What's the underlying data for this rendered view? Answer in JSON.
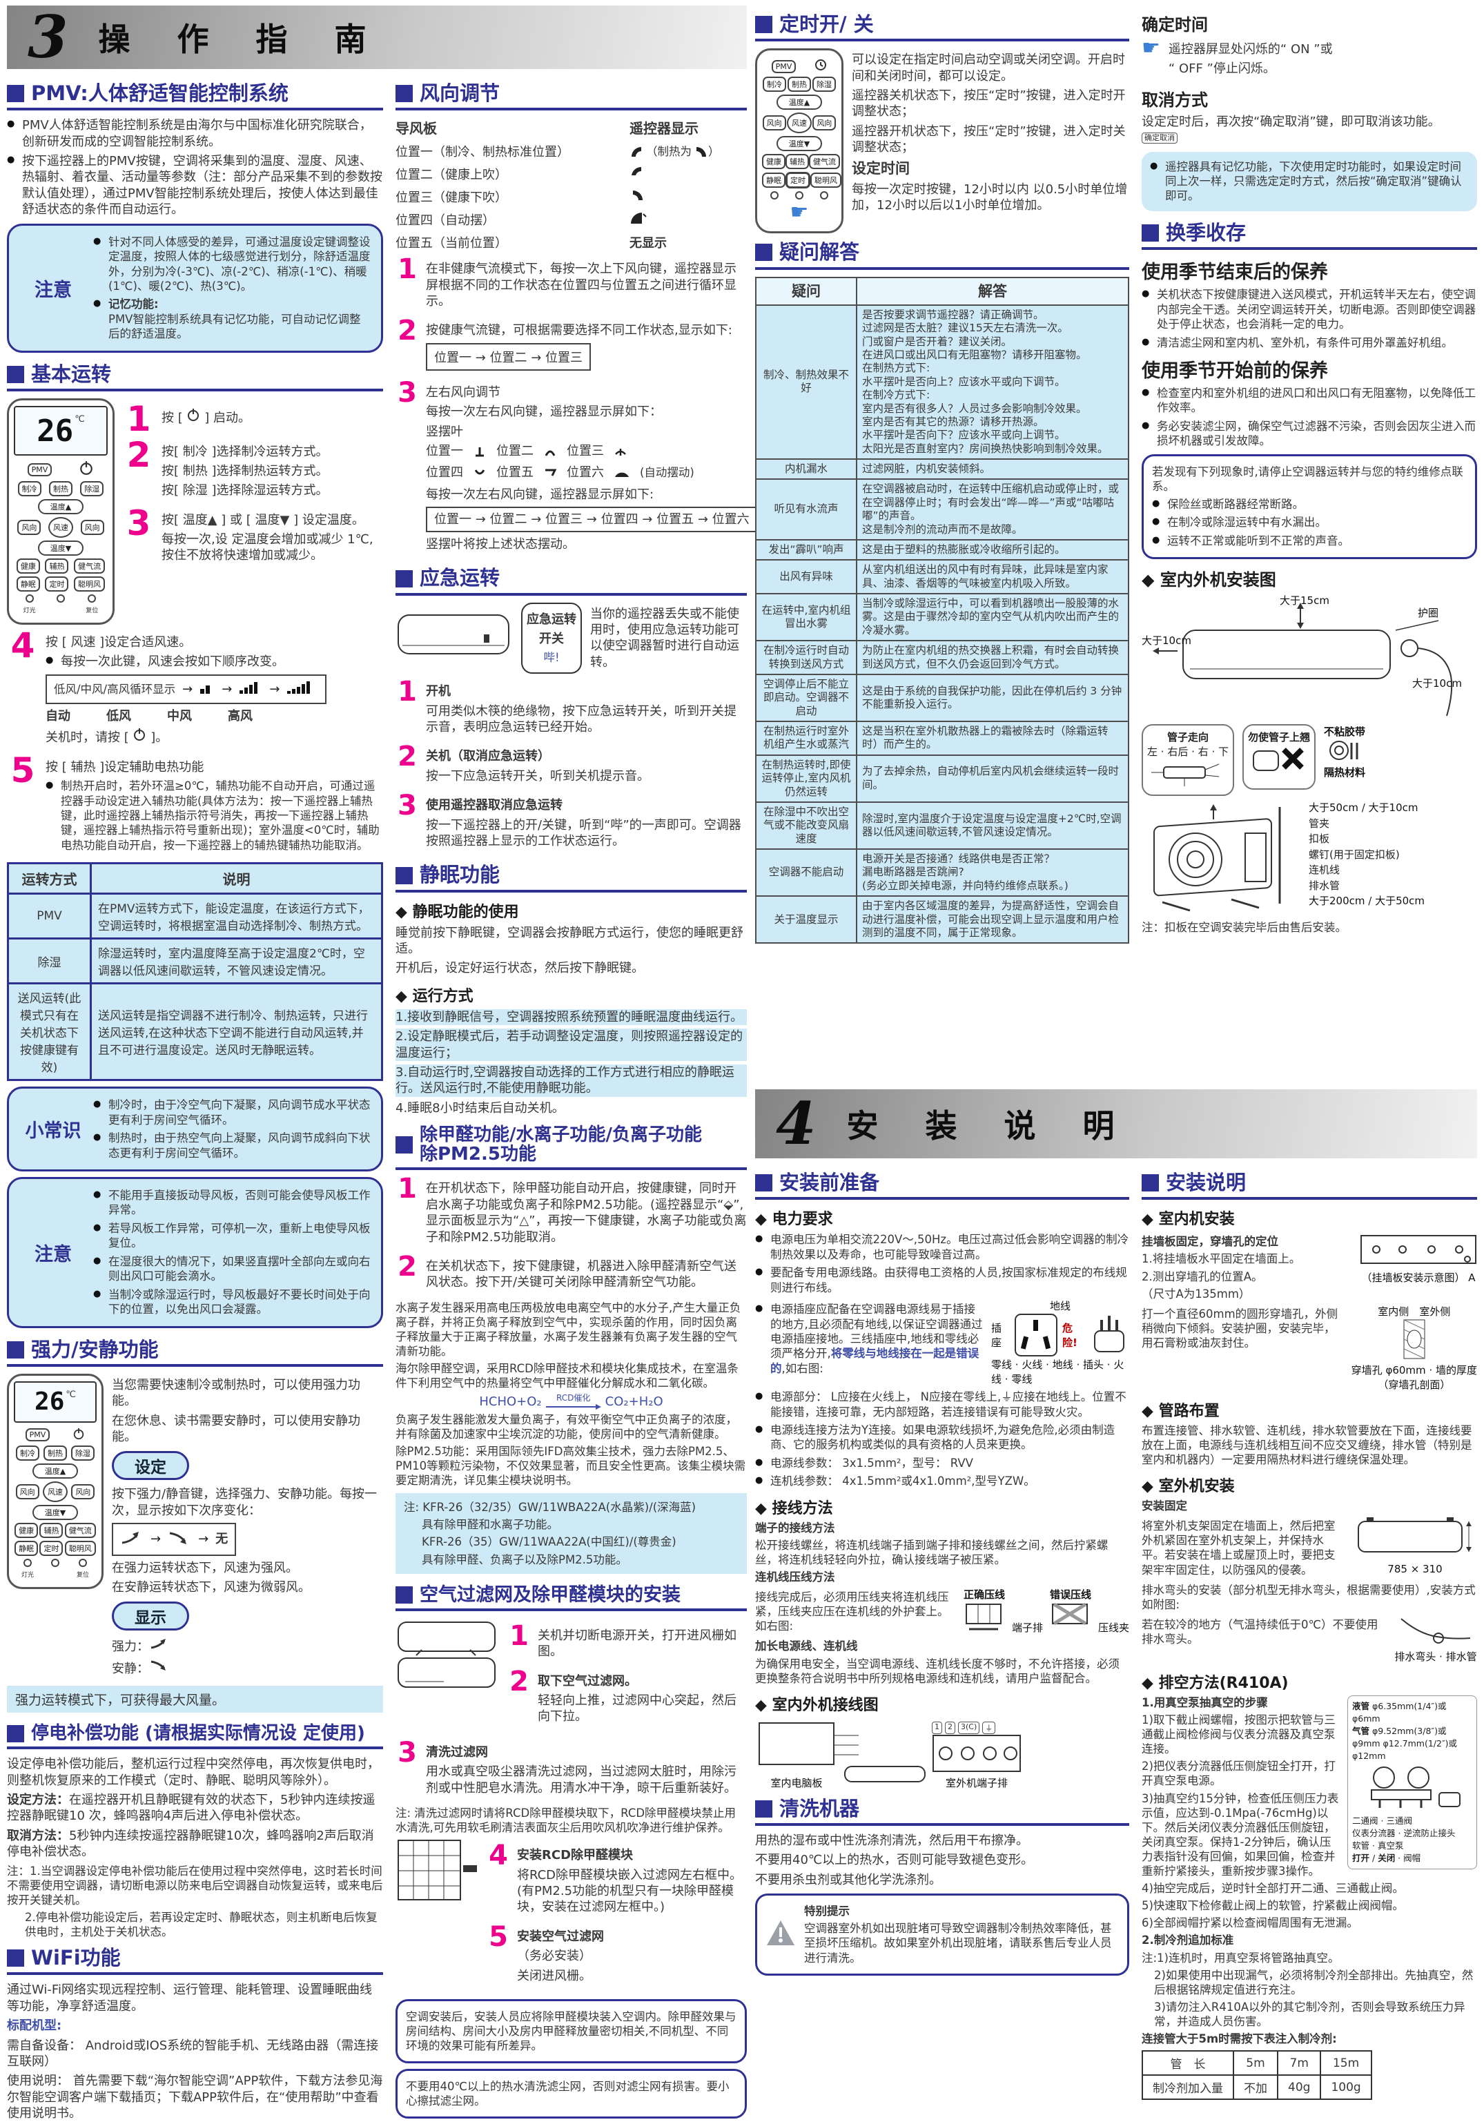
{
  "b3": {
    "num": "3",
    "title": "操 作 指 南"
  },
  "b4": {
    "num": "4",
    "title": "安 装 说 明"
  },
  "glyphs": {
    "arrow": "→",
    "hand": "☛"
  },
  "remote": {
    "display": "26",
    "unit": "℃",
    "pmv": "PMV",
    "r1": [
      "制冷",
      "制热",
      "除湿"
    ],
    "up": "温度▲",
    "mid": [
      "风向",
      "风速",
      "风向"
    ],
    "down": "温度▼",
    "r2": [
      "健康",
      "辅热",
      "健气流"
    ],
    "r3": [
      "静眠",
      "定时",
      "聪明风"
    ],
    "dots": [
      "灯光",
      "",
      "复位"
    ]
  },
  "c1": {
    "pmv": {
      "title": "PMV:人体舒适智能控制系统",
      "p1": "PMV人体舒适智能控制系统是由海尔与中国标准化研究院联合，创新研发而成的空调智能控制系统。",
      "p2": "按下遥控器上的PMV按键，空调将采集到的温度、湿度、风速、热辐射、着衣量、活动量等参数（注：部分产品采集不到的参数按默认值处理），通过PMV智能控制系统处理后，按使人体达到最佳舒适状态的条件而自动运行。",
      "notice_label": "注意",
      "n1": "针对不同人体感受的差异，可通过温度设定键调整设定温度，按照人体的七级感觉进行划分，除舒适温度外，分别为冷(-3℃)、凉(-2℃)、稍凉(-1℃)、稍暖(1℃)、暖(2℃)、热(3℃)。",
      "n2a": "记忆功能:",
      "n2b": "PMV智能控制系统具有记忆功能，可自动记忆调整后的舒适温度。"
    },
    "basic": {
      "title": "基本运转",
      "nums": [
        "1",
        "2",
        "3",
        "4",
        "5"
      ],
      "s1_pre": "按 [",
      "s1_post": "] 启动。",
      "s2l1": "按[ 制冷 ]选择制冷运转方式。",
      "s2l2": "按[ 制热 ]选择制热运转方式。",
      "s2l3": "按[ 除湿 ]选择除湿运转方式。",
      "s3": "按[ 温度▲ ] 或 [ 温度▼ ] 设定温度。",
      "s3n": "每按一次,设 定温度会增加或减少 1℃,按住不放将快速增加或减少。",
      "s4": "按 [ 风速 ]设定合适风速。",
      "s4n": "每按一次此键，风速会按如下顺序改变。",
      "cycle_label": "低风/中风/高风循环显示",
      "speeds": [
        "自动",
        "低风",
        "中风",
        "高风"
      ],
      "off_pre": "关机时，请按 [",
      "off_post": "]。",
      "s5": "按 [ 辅热 ]设定辅助电热功能",
      "s5n": "制热开启时，若外环温≥0℃，辅热功能不自动开启，可通过遥控器手动设定进入辅热功能(具体方法为：按一下遥控器上辅热键，此时遥控器上辅热指示符号消失，再按一下遥控器上辅热键，遥控器上辅热指示符号重新出现)；室外温度<0℃时，辅助电热功能自动开启，按一下遥控器上的辅热键辅热功能取消。"
    },
    "modes": {
      "h1": "运转方式",
      "h2": "说明",
      "r1q": "PMV",
      "r1a": "在PMV运转方式下，能设定温度，在该运行方式下，空调运转时，将根据室温自动选择制冷、制热方式。",
      "r2q": "除湿",
      "r2a": "除湿运转时，室内温度降至高于设定温度2℃时，空调器以低风速间歇运转，不管风速设定情况。",
      "r3q": "送风运转(此模式只有在关机状态下按健康键有效)",
      "r3a": "送风运转是指空调器不进行制冷、制热运转，只进行送风运转,在这种状态下空调不能进行自动风运转,并且不可进行温度设定。送风时无静眠运转。"
    },
    "tips": {
      "label": "小常识",
      "t1": "制冷时，由于冷空气向下凝聚，风向调节成水平状态更有利于房间空气循环。",
      "t2": "制热时，由于热空气向上凝聚，风向调节成斜向下状态更有利于房间空气循环。"
    },
    "notice2": {
      "label": "注意",
      "t1": "不能用手直接扳动导风板，否则可能会使导风板工作异常。",
      "t2": "若导风板工作异常，可停机一次，重新上电使导风板复位。",
      "t3": "在湿度很大的情况下，如果竖直摆叶全部向左或向右则出风口可能会滴水。",
      "t4": "当制冷或除湿运行时，导风板最好不要长时间处于向下的位置，以免出风口会凝露。"
    },
    "strong": {
      "title": "强力/安静功能",
      "p1": "当您需要快速制冷或制热时，可以使用强力功能。",
      "p2": "在您休息、读书需要安静时，可以使用安静功能。",
      "set_label": "设定",
      "p3": "按下强力/静音键，选择强力、安静功能。每按一次，显示按如下次序变化：",
      "none": "无",
      "p4": "在强力运转状态下，风速为强风。",
      "p5": "在安静运转状态下，风速为微弱风。",
      "disp_label": "显示",
      "d1": "强力：",
      "d2": "安静：",
      "strip": "强力运转模式下，可获得最大风量。"
    },
    "comp": {
      "title": "停电补偿功能 (请根据实际情况设 定使用)",
      "p1": "设定停电补偿功能后，整机运行过程中突然停电，再次恢复供电时，则整机恢复原来的工作模式（定时、静眠、聪明风等除外）。",
      "m1l": "设定方法：",
      "m1": "在遥控器开机且静眠键有效的状态下，5秒钟内连续按遥控器静眠键10 次，蜂鸣器响4声后进入停电补偿状态。",
      "m2l": "取消方法：",
      "m2": "5秒钟内连续按遥控器静眠键10次，蜂鸣器响2声后取消停电补偿状态。",
      "n1": "注：1.当空调器设定停电补偿功能后在使用过程中突然停电，这时若长时间不需要使用空调器，请切断电源以防来电后空调器自动恢复运转，或来电后按开关键关机。",
      "n2": "2.停电补偿功能设定后，若再设定定时、静眠状态，则主机断电后恢复供电时，主机处于关机状态。"
    },
    "wifi": {
      "title": "WiFi功能",
      "p1": "通过Wi-Fi网络实现远程控制、运行管理、能耗管理、设置睡眠曲线等功能，净享舒适温度。",
      "sub": "标配机型:",
      "p2": "需自备设备： Android或IOS系统的智能手机、无线路由器（需连接互联网）",
      "p3": "使用说明： 首先需要下载“海尔智能空调”APP软件，下载方法参见海尔智能空调客户端下载插页；下载APP软件后，在“使用帮助”中查看使用说明书。"
    }
  },
  "c2": {
    "wind": {
      "title": "风向调节",
      "h1": "导风板",
      "h2": "遥控器显示",
      "nums": [
        "1",
        "2",
        "3"
      ],
      "p1": "位置一（制冷、制热标准位置）",
      "p1d": "（制热为",
      "p1d2": "）",
      "p2": "位置二（健康上吹）",
      "p3": "位置三（健康下吹）",
      "p4": "位置四（自动摆）",
      "p5": "位置五（当前位置）",
      "p5d": "无显示",
      "s1": "在非健康气流模式下，每按一次上下风向键，遥控器显示屏根据不同的工作状态在位置四与位置五之间进行循环显示。",
      "s2": "按健康气流键，可根据需要选择不同工作状态,显示如下:",
      "cyc1": "位置一 → 位置二 → 位置三",
      "s3a": "左右风向调节",
      "s3b": "每按一次左右风向键，遥控器显示屏如下：",
      "s3c": "竖摆叶",
      "pos1": "位置一",
      "pos2": "位置二",
      "pos3": "位置三",
      "pos4": "位置四",
      "pos5": "位置五",
      "pos6": "位置六",
      "auto_sw": "(自动摆动)",
      "s3d": "每按一次左右风向键，遥控器显示屏如下:",
      "cyc2": "位置一 → 位置二 → 位置三 → 位置四 → 位置五 → 位置六",
      "s3e": "竖摆叶将按上述状态摆动。"
    },
    "emer": {
      "title": "应急运转",
      "nums": [
        "1",
        "2",
        "3"
      ],
      "co1": "应急运转",
      "co2": "开关",
      "beep": "哔!",
      "intro": "当你的遥控器丢失或不能使用时，使用应急运转功能可以使空调器暂时进行自动运转。",
      "s1t": "开机",
      "s1": "可用类似木筷的绝缘物，按下应急运转开关，听到开关提示音，表明应急运转已经开始。",
      "s2t": "关机（取消应急运转）",
      "s2": "按一下应急运转开关，听到关机提示音。",
      "s3t": "使用遥控器取消应急运转",
      "s3": "按一下遥控器上的开/关键，听到“哔”的一声即可。空调器按照遥控器上显示的工作状态运行。"
    },
    "sleep": {
      "title": "静眠功能",
      "u_h": "◆ 静眠功能的使用",
      "u1": "睡觉前按下静眠键，空调器会按静眠方式运行，使您的睡眠更舒适。",
      "u2": "开机后，设定好运行状态，然后按下静眠键。",
      "m_h": "◆ 运行方式",
      "m1": "1.接收到静眠信号，空调器按照系统预置的睡眠温度曲线运行。",
      "m2": "2.设定静眠模式后，若手动调整设定温度，则按照遥控器设定的温度运行；",
      "m3": "3.自动运行时,空调器按自动选择的工作方式进行相应的静眠运行。送风运行时,不能使用静眠功能。",
      "m4": "4.睡眠8小时结束后自动关机。"
    },
    "purify": {
      "t1": "除甲醛功能/水离子功能/负离子功能",
      "t2": "除PM2.5功能",
      "nums": [
        "1",
        "2"
      ],
      "s1": "在开机状态下，除甲醛功能自动开启，按健康键，同时开启水离子功能或负离子和除PM2.5功能。(遥控器显示“⬙”,显示面板显示为“△”，再按一下健康键，水离子功能或负离子和除PM2.5功能取消。",
      "s2": "在关机状态下，按下健康键，机器进入除甲醛清新空气送风状态。按下开/关键可关闭除甲醛清新空气功能。",
      "p1": "水离子发生器采用高电压两极放电电离空气中的水分子,产生大量正负离子群，并将正负离子释放到空气中，实现杀菌的作用，同时因负离子释放量大于正离子释放量，水离子发生器兼有负离子发生器的空气清新功能。",
      "p2": "海尔除甲醛空调，采用RCD除甲醛技术和模块化集成技术，在室温条件下利用空气中的热量将空气中甲醛催化分解成水和二氧化碳。",
      "f1": "HCHO+O₂",
      "f2": "RCD催化",
      "f3": "CO₂+H₂O",
      "p3": "负离子发生器能激发大量负离子，有效平衡空气中正负离子的浓度，并有除菌及加速家中尘埃沉淀的功能，使房间中的空气清新健康。",
      "p4": "除PM2.5功能：采用国际领先IFD高效集尘技术，强力去除PM2.5、PM10等颗粒污染物，不仅效果显著，而且安全性更高。该集尘模块需要定期清洗，详见集尘模块说明书。",
      "note1": "注: KFR-26（32/35）GW/11WBA22A(水晶紫)/(深海蓝)",
      "note2": "具有除甲醛和水离子功能。",
      "note3": "KFR-26（35）GW/11WAA22A(中国红)/(尊贵金)",
      "note4": "具有除甲醛、负离子以及除PM2.5功能。"
    },
    "filter": {
      "title": "空气过滤网及除甲醛模块的安装",
      "nums": [
        "1",
        "2",
        "3",
        "4",
        "5"
      ],
      "s1": "关机并切断电源开关，打开进风栅如图。",
      "s2a": "取下空气过滤网。",
      "s2b": "轻轻向上推，过滤网中心突起，然后向下拉。",
      "s3a": "清洗过滤网",
      "s3b": "用水或真空吸尘器清洗过滤网，当过滤网太脏时，用除污剂或中性肥皂水清洗。用清水冲干净，晾干后重新装好。",
      "note": "注: 清洗过滤网时请将RCD除甲醛模块取下，RCD除甲醛模块禁止用水清洗,可先用软毛刷清洁表面灰尘后用吹风机吹净进行维护保养。",
      "s4a": "安装RCD除甲醛模块",
      "s4b": "将RCD除甲醛模块嵌入过滤网左右框中。(有PM2.5功能的机型只有一块除甲醛模块，安装在过滤网左框中。)",
      "s5a": "安装空气过滤网",
      "s5b": "（务必安装）",
      "s5c": "关闭进风栅。",
      "b1": "空调安装后，安装人员应将除甲醛模块装入空调内。除甲醛效果与房间结构、房间大小及房内甲醛释放量密切相关,不同机型、不同环境的效果可能有所差异。",
      "b2": "不要用40℃以上的热水清洗滤尘网，否则对滤尘网有损害。要小心擦拭滤尘网。"
    }
  },
  "c3": {
    "timer": {
      "title": "定时开/ 关",
      "p1": "可以设定在指定时间启动空调或关闭空调。开启时间和关闭时间，都可以设定。",
      "p2": "遥控器关机状态下，按压“定时”按键，进入定时开调整状态；",
      "p3": "遥控器开机状态下，按压“定时”按键，进入定时关调整状态；",
      "sub": "设定时间",
      "p4": "每按一次定时按键，12小时以内 以0.5小时单位增加，12小时以后以1小时单位增加。"
    },
    "qa": {
      "title": "疑问解答",
      "h1": "疑问",
      "h2": "解答",
      "rows": [
        {
          "q": "制冷、制热效果不好",
          "a": "是否按要求调节遥控器？请正确调节。\n过滤网是否太脏？建议15天左右清洗一次。\n门或窗户是否开着？建议关闭。\n在进风口或出风口有无阻塞物？请移开阻塞物。\n在制热方式下:\n水平摆叶是否向上？应该水平或向下调节。\n在制冷方式下:\n室内是否有很多人？人员过多会影响制冷效果。\n室内是否有其它的热源？请移开热源。\n水平摆叶是否向下？应该水平或向上调节。\n太阳光是否直射室内？房间换热快影响到制冷效果。"
        },
        {
          "q": "内机漏水",
          "a": "过滤网脏，内机安装倾斜。"
        },
        {
          "q": "听见有水流声",
          "a": "在空调器被启动时，在运转中压缩机启动或停止时，或在空调器停止时；有时会发出“哗—哗—”声或“咕嘟咕嘟”的声音。\n这是制冷剂的流动声而不是故障。"
        },
        {
          "q": "发出“霹叭”响声",
          "a": "这是由于塑料的热膨胀或冷收缩所引起的。"
        },
        {
          "q": "出风有异味",
          "a": "从室内机组送出的风中有时有异味，此异味是室内家具、油漆、香烟等的气味被室内机吸入所致。"
        },
        {
          "q": "在运转中,室内机组冒出水雾",
          "a": "当制冷或除湿运行中，可以看到机器喷出一股股薄的水雾。这是由于骤然冷却的室内空气从机内吹出而产生的冷凝水雾。"
        },
        {
          "q": "在制冷运行时自动转换到送风方式",
          "a": "为防止在室内机组的热交换器上积霜，有时会自动转换到送风方式，但不久仍会返回到冷气方式。"
        },
        {
          "q": "空调停止后不能立即启动。空调器不启动",
          "a": "这是由于系统的自我保护功能，因此在停机后约 3 分钟不能重新投入运行。"
        },
        {
          "q": "在制热运行时室外机组产生水或蒸汽",
          "a": "这是当积在室外机散热器上的霜被除去时（除霜运转时）而产生的。"
        },
        {
          "q": "在制热运转时,即使运转停止,室内风机仍然运转",
          "a": "为了去掉余热，自动停机后室内风机会继续运转一段时间。"
        },
        {
          "q": "在除湿中不吹出空气或不能改变风扇速度",
          "a": "除湿时,室内温度介于设定温度与设定温度+2℃时,空调器以低风速间歇运转,不管风速设定情况。"
        },
        {
          "q": "空调器不能启动",
          "a": "电源开关是否接通？线路供电是否正常？\n漏电断路器是否跳闸?\n(务必立即关掉电源，并向特约维修点联系。)"
        },
        {
          "q": "关于温度显示",
          "a": "由于室内各区域温度的差异，为提高舒适性，空调会自动进行温度补偿，可能会出现空调上显示温度和用户检测到的温度不同，属于正常现象。"
        }
      ]
    },
    "prep": {
      "title": "安装前准备",
      "power_h": "◆ 电力要求",
      "b1": "电源电压为单相交流220V～,50Hz。电压过高过低会影响空调器的制冷制热效果以及寿命，也可能导致噪音过高。",
      "b2": "要配备专用电源线路。由获得电工资格的人员,按国家标准规定的布线规则进行布线。",
      "b3a": "电源插座应配备在空调器电源线易于插接的地方,且必须配有地线,以保证空调器通过电源插座接地。三线插座中,地线和零线必须严格分开,",
      "b3b": "将零线与地线接在一起是错误的",
      "b3c": ",如右图:",
      "b4": "电源部分： L应接在火线上， N应接在零线上,⏚应接在地线上。位置不能接错，连接可靠，无内部短路，若连接错误有可能导致火灾。",
      "b5": "电源线连接方法为Y连接。如果电源软线损坏,为避免危险,必须由制造商、它的服务机构或类似的具有资格的人员来更换。",
      "b6": "电源线参数： 3x1.5mm²，型号： RVV",
      "b7": "连机线参数： 4x1.5mm²或4x1.0mm²,型号YZW。",
      "fig": {
        "dx": "地线",
        "wx": "危险!",
        "cz": "插座",
        "lx": "零线",
        "hx": "火线",
        "dx2": "地线",
        "ct": "插头",
        "hx2": "火线",
        "lx2": "零线"
      },
      "wire_h": "◆ 接线方法",
      "w1h": "端子的接线方法",
      "w1": "松开接线螺丝，将连机线端子插到端子排和接线螺丝之间，然后拧紧螺丝，将连机线轻轻向外拉，确认接线端子被压紧。",
      "w2h": "连机线压线方法",
      "w2": "接线完成后，必须用压线夹将连机线压紧，压线夹应压在连机线的外护套上。如右图:",
      "figw": {
        "ok": "正确压线",
        "bad": "错误压线",
        "tb": "端子排",
        "yj": "压线夹"
      },
      "w3h": "加长电源线、连机线",
      "w3": "为确保用电安全，当空调电源线、连机线长度不够时，不允许搭接，必须更换整条符合说明书中所列规格电源线和连机线，请用户监督配合。",
      "diag_h": "◆ 室内外机接线图",
      "diag1": "室内电脑板",
      "diag2": "室外机端子排",
      "terms": [
        "1",
        "2",
        "3(C)",
        "⏚"
      ]
    },
    "clean": {
      "title": "清洗机器",
      "p1": "用热的湿布或中性洗涤剂清洗，然后用干布擦净。",
      "p2": "不要用40℃以上的热水，否则可能导致褪色变形。",
      "p3": "不要用杀虫剂或其他化学洗涤剂。",
      "tip_h": "特别提示",
      "tip": "空调器室外机如出现脏堵可导致空调器制冷制热效率降低，甚至损坏压缩机。故如果室外机出现脏堵，请联系售后专业人员进行清洗。"
    }
  },
  "c4": {
    "confirm": {
      "h": "确定时间",
      "p1": "遥控器屏显处闪烁的“ ON ”或",
      "p2": "“ OFF ”停止闪烁。",
      "key": "确定取消"
    },
    "cancel": {
      "h": "取消方式",
      "p": "设定定时后，再次按“确定取消”键，即可取消该功能。"
    },
    "memo": "遥控器具有记忆功能，下次使用定时功能时，如果设定时间同上次一样，只需选定定时方式，然后按“确定取消”键确认即可。",
    "season": {
      "title": "换季收存",
      "h1": "使用季节结束后的保养",
      "b1": "关机状态下按健康键进入送风模式，开机运转半天左右，使空调内部完全干透。关闭空调运转开关，切断电源。否则即使空调器处于停止状态，也会消耗一定的电力。",
      "b2": "清洁滤尘网和室内机、室外机，有条件可用外罩盖好机组。",
      "h2": "使用季节开始前的保养",
      "b3": "检查室内和室外机组的进风口和出风口有无阻塞物，以免降低工作效率。",
      "b4": "务必安装滤尘网，确保空气过滤器不污染，否则会因灰尘进入而损坏机器或引发故障。",
      "warn1": "若发现有下列现象时,请停止空调器运转并与您的特约维修点联系。",
      "w1": "保险丝或断路器经常断路。",
      "w2": "在制冷或除湿运转中有水漏出。",
      "w3": "运转不正常或能听到不正常的声音。"
    },
    "install_fig": {
      "h": "◆ 室内外机安装图",
      "l15": "大于15cm",
      "l10a": "大于10cm",
      "hq": "护圈",
      "l10b": "大于10cm",
      "pipe_h": "管子走向",
      "pl": "左",
      "pr": "右后",
      "pr2": "右",
      "pd": "下",
      "no_up": "勿使管子上翘",
      "tape": "不粘胶带",
      "ins": "隔热材料",
      "gj": "管夹",
      "kb": "扣板",
      "lt": "螺钉(用于固定扣板)",
      "ljx": "连机线",
      "psg": "排水管",
      "l50": "大于50cm",
      "l10c": "大于10cm",
      "l200": "大于200cm",
      "l50b": "大于50cm",
      "note": "注：扣板在空调安装完毕后由售后安装。"
    },
    "inst": {
      "title": "安装说明",
      "in_h": "◆ 室内机安装",
      "i0": "挂墙板固定，穿墙孔的定位",
      "i1": "1.将挂墙板水平固定在墙面上。",
      "i2": "2.测出穿墙孔的位置A。",
      "i3": "（尺寸A为135mm）",
      "figA": "（挂墙板安装示意图）",
      "figA2": "A",
      "i4": "打一个直径60mm的圆形穿墙孔，外侧稍微向下倾斜。安装护圈，安装完毕，用石膏粉或油灰封住。",
      "figB": {
        "nei": "室内侧",
        "wai": "室外侧",
        "kong": "穿墙孔",
        "d": "φ60mm",
        "hou": "墙的厚度",
        "pou": "（穿墙孔剖面）"
      },
      "pipe_h": "◆ 管路布置",
      "p1": "布置连接管、排水软管、连机线，排水软管要放在下面，连接线要放在上面，电源线与连机线相互间不应交叉缠绕，排水管（特别是室内和机器内）一定要用隔热材料进行缠绕保温处理。",
      "out_h": "◆ 室外机安装",
      "o1h": "安装固定",
      "o1": "将室外机支架固定在墙面上，然后把室外机紧固在室外机支架上，并保持水平。若安装在墙上或屋顶上时，要把支架牢牢固定住，以防强风的侵袭。",
      "dim_w": "785",
      "dim_h": "310",
      "o2": "排水弯头的安装（部分机型无排水弯头，根据需要使用）,安装方式如附图:",
      "o3": "若在较冷的地方（气温持续低于0℃）不要使用排水弯头。",
      "figC": {
        "wt": "排水弯头",
        "pg": "排水管"
      }
    },
    "evac": {
      "title": "◆ 排空方法(R410A)",
      "s0": "1.用真空泵抽真空的步骤",
      "s1": "1)取下截止阀螺帽，按图示把软管与三通截止阀检修阀与仪表分流器及真空泵连接。",
      "s2": "2)把仪表分流器低压侧旋钮全打开，打开真空泵电源。",
      "s3": "3)抽真空约15分钟，检查低压侧压力表示值，应达到-0.1Mpa(-76cmHg)以下。然后关闭仪表分流器低压侧旋钮，关闭真空泵。保持1-2分钟后，确认压力表指针没有回偏，如果回偏，检查并重新拧紧接头，重新按步骤3操作。",
      "s4": "4)抽空完成后，逆时针全部打开二通、三通截止阀。",
      "s5": "5)快速取下检修截止阀上的软管，拧紧截止阀阀帽。",
      "s6": "6)全部阀帽拧紧以检查阀帽周围有无泄漏。",
      "s7": "2.制冷剂追加标准",
      "n1": "注:1)连机时，用真空泵将管路抽真空。",
      "n2": "2)如果使用中出现漏气，必须将制冷剂全部排出。先抽真空，然后根据铭牌规定值进行充注。",
      "n3": "3)请勿注入R410A以外的其它制冷剂，否则会导致系统压力异常，并造成人员伤害。",
      "tbl_intro": "连接管大于5m时需按下表注入制冷剂:",
      "t_h1": "管　长",
      "t_h2": "5m",
      "t_h3": "7m",
      "t_h4": "15m",
      "t_r1": "制冷剂加入量",
      "t_r2": "不加",
      "t_r3": "40g",
      "t_r4": "100g",
      "fig": {
        "yg": "液管",
        "yg_d": "φ6.35mm(1/4″)或φ6mm",
        "qg": "气管",
        "qg_d1": "φ9.52mm(3/8″)或φ9mm",
        "qg_d2": "φ12.7mm(1/2″)或φ12mm",
        "v2": "二通阀",
        "v3": "三通阀",
        "fen": "仪表分流器",
        "ni": "逆流防止接头",
        "rg": "软管",
        "pump": "真空泵",
        "open": "打开",
        "close": "关闭",
        "mao": "阀帽"
      }
    }
  }
}
